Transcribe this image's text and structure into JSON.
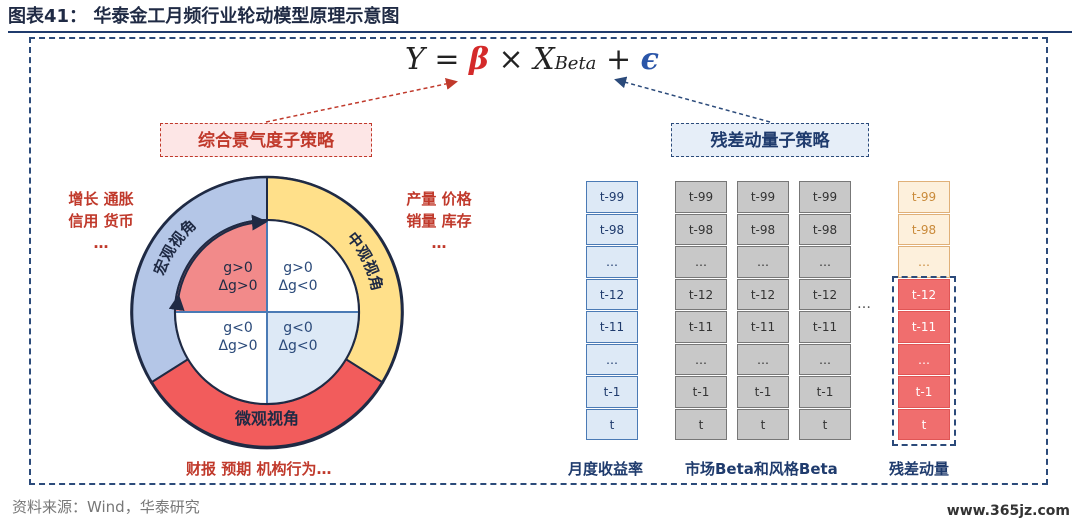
{
  "title": "图表41：  华泰金工月频行业轮动模型原理示意图",
  "source": "资料来源：Wind，华泰研究",
  "watermark": "www.365jz.com",
  "equation": {
    "lhs": "Y",
    "equals": "=",
    "beta": "β",
    "times": "×",
    "x": "X",
    "x_sub": "Beta",
    "plus": "+",
    "epsilon": "ϵ"
  },
  "left_box": "综合景气度子策略",
  "right_box": "残差动量子策略",
  "left_side_text": [
    "增长 通胀",
    "信用 货币",
    "…"
  ],
  "right_side_text": [
    "产量 价格",
    "销量 库存",
    "…"
  ],
  "ring": {
    "macro": "宏观视角",
    "meso": "中观视角",
    "micro": "微观视角"
  },
  "quadrants": {
    "q1": [
      "g>0",
      "Δg>0"
    ],
    "q2": [
      "g>0",
      "Δg<0"
    ],
    "q3": [
      "g<0",
      "Δg>0"
    ],
    "q4": [
      "g<0",
      "Δg<0"
    ]
  },
  "bottom_left_text": "财报 预期 机构行为…",
  "columns": {
    "returns_cells": [
      "t-99",
      "t-98",
      "…",
      "t-12",
      "t-11",
      "…",
      "t-1",
      "t"
    ],
    "beta_cells": [
      "t-99",
      "t-98",
      "…",
      "t-12",
      "t-11",
      "…",
      "t-1",
      "t"
    ],
    "residual_cells": [
      "t-99",
      "t-98",
      "…",
      "t-12",
      "t-11",
      "…",
      "t-1",
      "t"
    ],
    "mid_dots": "…",
    "label_returns": "月度收益率",
    "label_beta": "市场Beta和风格Beta",
    "label_residual": "残差动量"
  },
  "colors": {
    "accent_red": "#c0392b",
    "accent_blue": "#1f3b6d",
    "ring_macro": "#b4c6e7",
    "ring_meso": "#ffe08a",
    "ring_micro": "#f25c5c"
  }
}
